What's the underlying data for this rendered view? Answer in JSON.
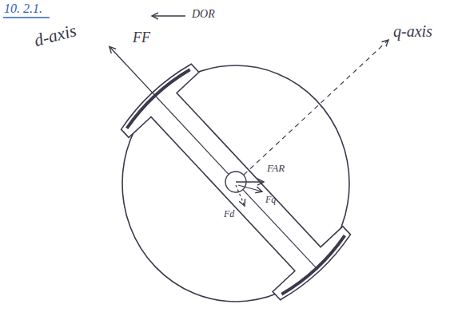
{
  "diagram": {
    "labels": [
      "10. 2.1.",
      "DOR",
      "d-axis",
      "FF",
      "q-axis",
      "FAR",
      "Fd",
      "Fq"
    ]
  }
}
